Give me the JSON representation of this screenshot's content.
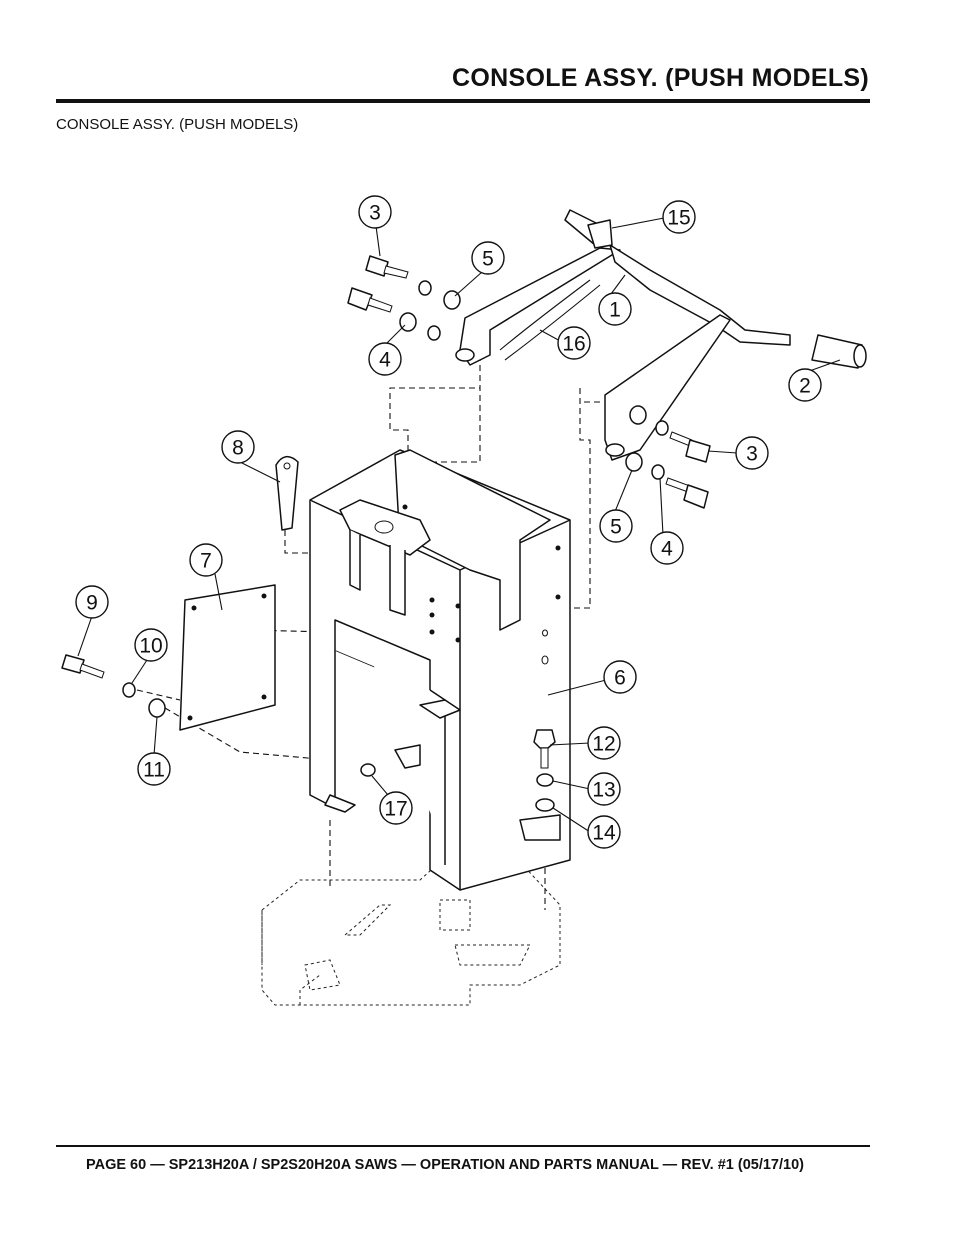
{
  "header": {
    "title": "CONSOLE ASSY. (PUSH MODELS)"
  },
  "section_label": "CONSOLE ASSY. (PUSH MODELS)",
  "callouts": [
    "1",
    "2",
    "3",
    "3",
    "4",
    "4",
    "5",
    "5",
    "6",
    "7",
    "8",
    "9",
    "10",
    "11",
    "12",
    "13",
    "14",
    "15",
    "16",
    "17"
  ],
  "footer": {
    "text": "PAGE 60 —  SP213H20A / SP2S20H20A SAWS — OPERATION AND PARTS  MANUAL — REV. #1 (05/17/10)"
  }
}
